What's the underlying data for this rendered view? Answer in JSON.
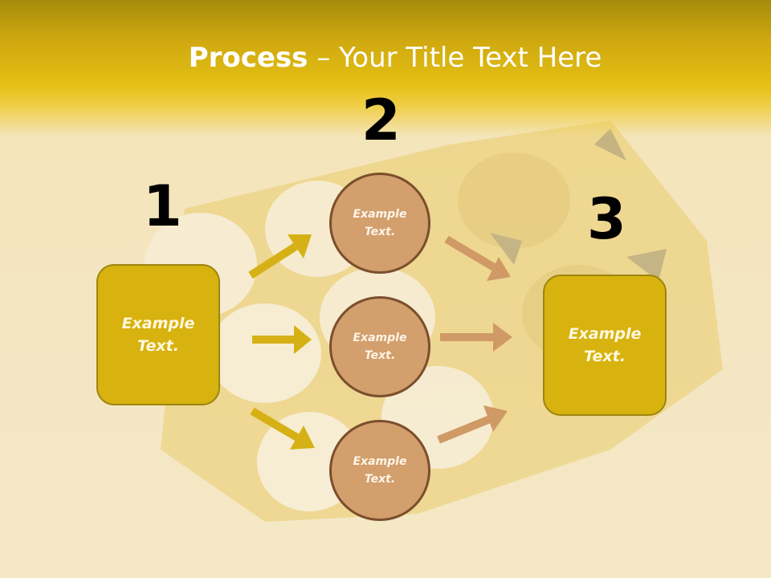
{
  "slide": {
    "title_bold": "Process",
    "title_rest": " – Your Title Text Here"
  },
  "steps": {
    "step1_number": "1",
    "step2_number": "2",
    "step3_number": "3"
  },
  "left_box": {
    "text": "Example Text."
  },
  "right_box": {
    "text": "Example Text."
  },
  "circles": [
    {
      "text": "Example Text."
    },
    {
      "text": "Example Text."
    },
    {
      "text": "Example Text."
    }
  ],
  "colors": {
    "box_fill": "#d8b20e",
    "circle_fill": "#d29f6d",
    "arrow_gold": "#d6b116",
    "arrow_tan": "#cf9a66"
  }
}
